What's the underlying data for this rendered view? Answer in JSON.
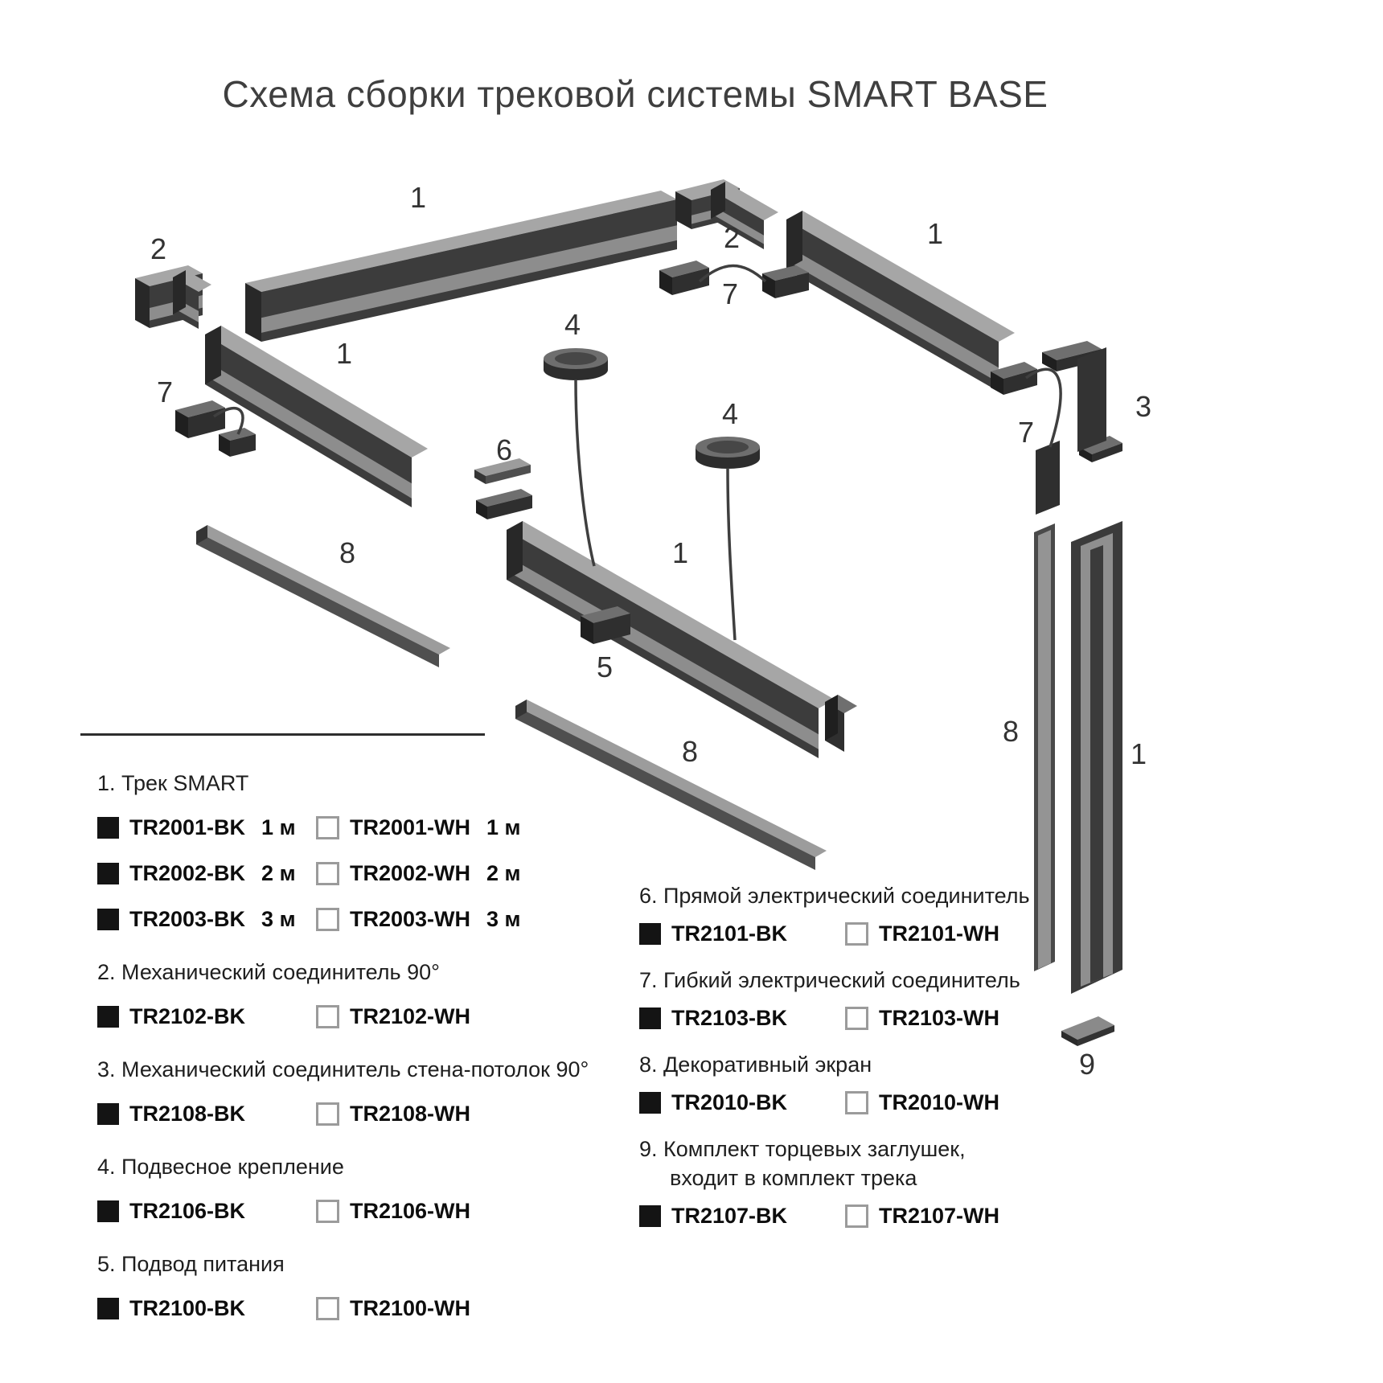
{
  "title": "Схема сборки трековой системы SMART BASE",
  "diagram_labels": {
    "track_top_left": "1",
    "corner_top": "2",
    "track_top_right": "1",
    "corner_left": "2",
    "flex_left": "7",
    "track_left": "1",
    "suspension_a": "4",
    "flex_top": "7",
    "suspension_b": "4",
    "straight_connector": "6",
    "track_center": "1",
    "power_feed": "5",
    "screen_left": "8",
    "screen_bottom": "8",
    "wall_ceiling": "3",
    "flex_right": "7",
    "screen_vertical": "8",
    "track_vertical": "1",
    "end_cap": "9"
  },
  "legend": {
    "left": [
      {
        "title": "1. Трек SMART",
        "rows": [
          {
            "bk_code": "TR2001-BK",
            "bk_size": "1 м",
            "wh_code": "TR2001-WH",
            "wh_size": "1 м"
          },
          {
            "bk_code": "TR2002-BK",
            "bk_size": "2 м",
            "wh_code": "TR2002-WH",
            "wh_size": "2 м"
          },
          {
            "bk_code": "TR2003-BK",
            "bk_size": "3 м",
            "wh_code": "TR2003-WH",
            "wh_size": "3 м"
          }
        ]
      },
      {
        "title": "2. Механический соединитель 90°",
        "rows": [
          {
            "bk_code": "TR2102-BK",
            "wh_code": "TR2102-WH"
          }
        ]
      },
      {
        "title": "3. Механический соединитель стена-потолок 90°",
        "rows": [
          {
            "bk_code": "TR2108-BK",
            "wh_code": "TR2108-WH"
          }
        ]
      },
      {
        "title": "4. Подвесное крепление",
        "rows": [
          {
            "bk_code": "TR2106-BK",
            "wh_code": "TR2106-WH"
          }
        ]
      },
      {
        "title": "5. Подвод питания",
        "rows": [
          {
            "bk_code": "TR2100-BK",
            "wh_code": "TR2100-WH"
          }
        ]
      }
    ],
    "right": [
      {
        "title": "6. Прямой электрический соединитель",
        "rows": [
          {
            "bk_code": "TR2101-BK",
            "wh_code": "TR2101-WH"
          }
        ]
      },
      {
        "title": "7. Гибкий электрический соединитель",
        "rows": [
          {
            "bk_code": "TR2103-BK",
            "wh_code": "TR2103-WH"
          }
        ]
      },
      {
        "title": "8. Декоративный экран",
        "rows": [
          {
            "bk_code": "TR2010-BK",
            "wh_code": "TR2010-WH"
          }
        ]
      },
      {
        "title": "9. Комплект торцевых заглушек,",
        "title2": "входит в комплект трека",
        "rows": [
          {
            "bk_code": "TR2107-BK",
            "wh_code": "TR2107-WH"
          }
        ]
      }
    ]
  }
}
